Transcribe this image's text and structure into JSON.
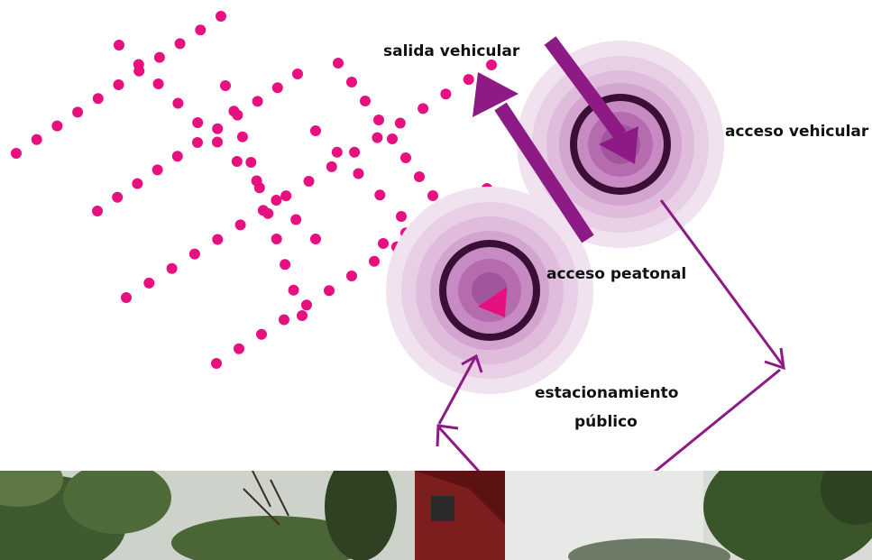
{
  "labels": {
    "salida_vehicular": "salida  vehicular",
    "acceso_vehicular": "acceso  vehicular",
    "acceso_peatonal": "acceso peatonal",
    "estacionamiento_line1": "estacionamiento",
    "estacionamiento_line2": "público"
  },
  "colors": {
    "dot": "#e6107f",
    "arrow_purple": "#8e1a85",
    "ring_dark": "#3a0f35",
    "halo": "#d8a6d4",
    "pedestrian_marker": "#e6107f",
    "text": "#111111"
  },
  "icons": {
    "dots": "circulation-dot-pattern",
    "vehicle_in": "arrow-down-right-icon",
    "vehicle_out": "arrow-up-left-icon",
    "pedestrian": "pedestrian-marker-icon"
  },
  "photo_strip": {
    "description_icon": "landscape-photo"
  }
}
